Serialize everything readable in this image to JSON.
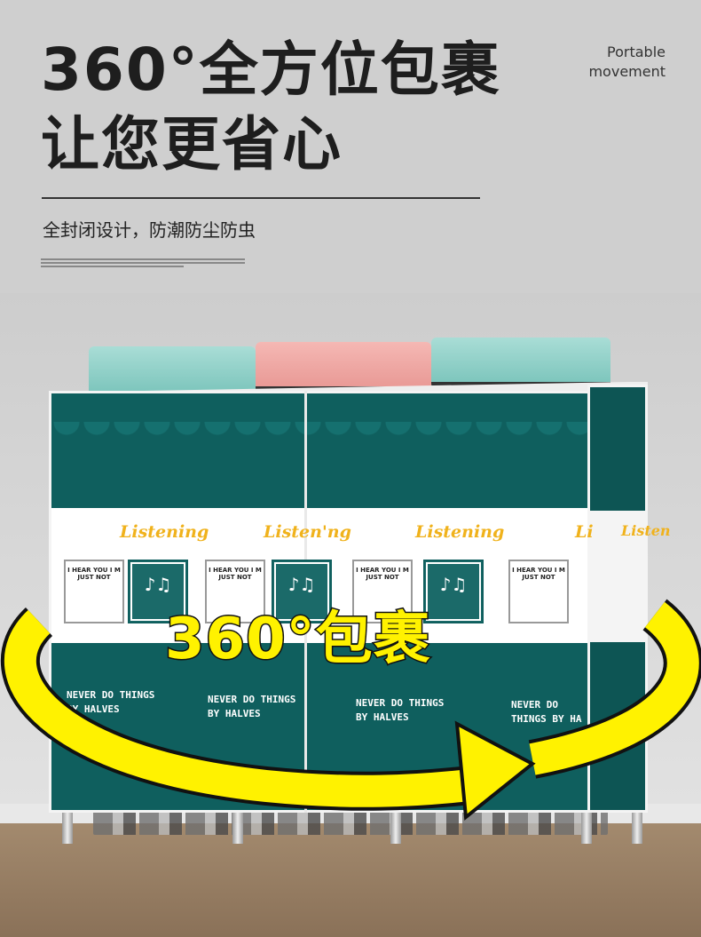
{
  "headline": {
    "line1": "360°全方位包裹",
    "line2": "让您更省心"
  },
  "subheadline": "全封闭设计，防潮防尘防虫",
  "corner_label": {
    "line1": "Portable",
    "line2": "movement"
  },
  "product_print": {
    "listening": [
      "Listening",
      "Listen'ng",
      "Listening",
      "Li"
    ],
    "side_listening": "Listen",
    "card_text": "I HEAR YOU I M JUST NOT",
    "slogan": [
      "NEVER DO THINGS BY HALVES",
      "NEVER DO THINGS BY HALVES",
      "NEVER DO THINGS BY HALVES",
      "NEVER DO THINGS BY HA"
    ]
  },
  "overlay_caption": "360°包裹",
  "colors": {
    "cover_teal": "#0f5f5e",
    "accent_yellow": "#fff200",
    "script_yellow": "#f0b21c",
    "background_gray": "#cfcfcf"
  }
}
